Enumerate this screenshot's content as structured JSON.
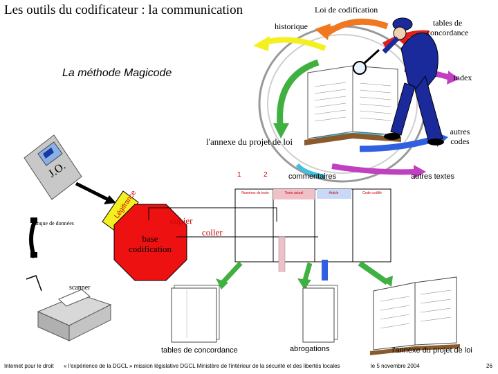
{
  "title": "Les outils du codificateur : la communication",
  "method_label": "La méthode  Magicode",
  "labels": {
    "loi_codification": "Loi de codification",
    "historique": "historique",
    "tables_concordance_top": "tables de concordance",
    "index": "Index",
    "autres_codes": "autres codes",
    "annexe_projet": "l'annexe du projet de loi",
    "autres_textes": "autres textes",
    "commentaires": "commentaires",
    "jo": "J.O.",
    "num_1": "1",
    "num_2": "2",
    "legifrance": "Légifrance",
    "banque_donnees": "banque de données",
    "copier": "copier",
    "coller": "coller",
    "base_codification": "base codification",
    "scanner": "scanner",
    "col_headers": [
      "Numéros de texte",
      "Texte actuel",
      "Article",
      "Code codifié"
    ],
    "tables_concordance_bottom": "tables de concordance",
    "abrogations": "abrogations",
    "annexe_projet_bottom": "l'annexe du projet de loi"
  },
  "footer": {
    "left": "Internet pour le droit",
    "middle": "« l'expérience de la DGCL »   mission législative   DGCL Ministère de l'intérieur de la sécurité et des libertés locales",
    "date": "le 5 novembre 2004",
    "page": "26"
  },
  "colors": {
    "arrow_orange": "#f07820",
    "arrow_yellow": "#f4f020",
    "arrow_green": "#40b040",
    "arrow_red": "#e02020",
    "arrow_blue": "#3060e0",
    "arrow_cyan": "#40c0e0",
    "arrow_magenta": "#c040c0",
    "octagon_red": "#ee1111",
    "figure_blue": "#1a2a9a"
  }
}
